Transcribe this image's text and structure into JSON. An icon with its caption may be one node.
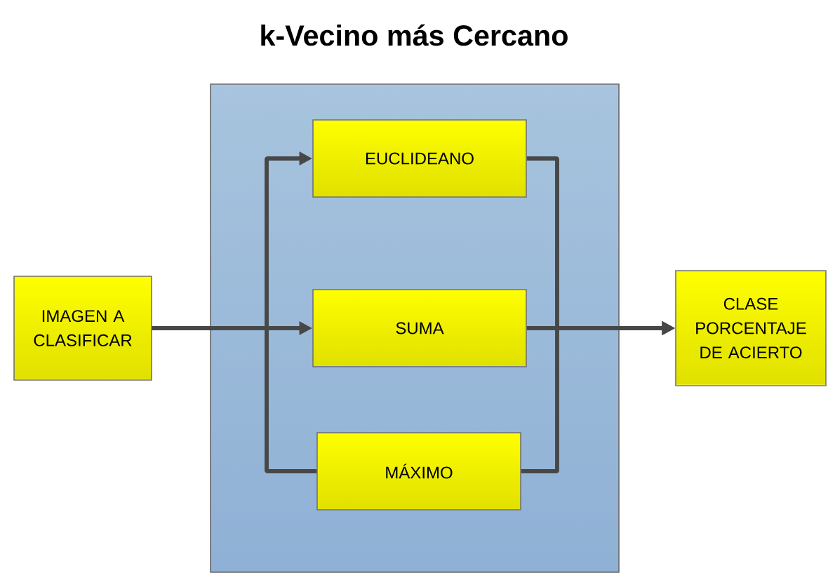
{
  "diagram": {
    "title": "k-Vecino más Cercano",
    "nodes": [
      {
        "text": [
          "IMAGEN A CLASIFICAR"
        ]
      },
      {
        "text": [],
        "shape": "box"
      },
      {
        "text": [
          "EUCLIDEANO"
        ],
        "in": 1
      },
      {
        "text": [
          "SUMA"
        ],
        "in": 1
      },
      {
        "text": [
          "MÁXIMO"
        ],
        "in": 1
      },
      {
        "text": [
          "CLASE PORCENTAJE DE ACIERTO"
        ]
      }
    ],
    "edges": [
      {
        "from": 0,
        "to": 2,
        "arrow": "to"
      },
      {
        "from": 0,
        "to": 3,
        "arrow": "to"
      },
      {
        "from": 0,
        "to": 4,
        "arrow": "none"
      },
      {
        "from": 2,
        "to": 5,
        "arrow": "to"
      },
      {
        "from": 3,
        "to": 5,
        "arrow": "to"
      },
      {
        "from": 4,
        "to": 5,
        "arrow": "to"
      }
    ]
  }
}
